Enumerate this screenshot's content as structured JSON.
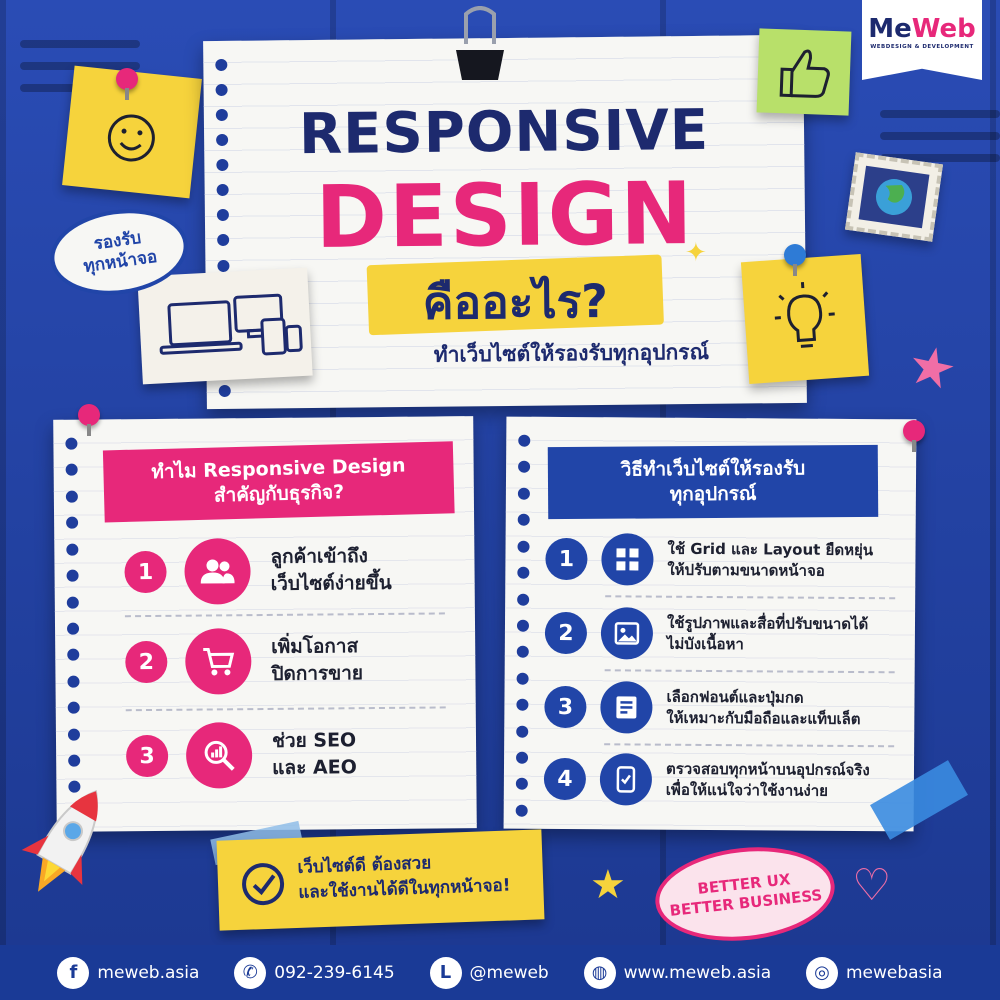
{
  "brand": {
    "logo_me": "Me",
    "logo_web": "Web",
    "logo_sub": "WEBDESIGN & DEVELOPMENT"
  },
  "hero": {
    "title_line1": "RESPONSIVE",
    "title_line2": "DESIGN",
    "title_line3": "คืออะไร?",
    "subtitle": "ทำเว็บไซต์ให้รองรับทุกอุปกรณ์"
  },
  "badge": {
    "line1": "รองรับ",
    "line2": "ทุกหน้าจอ"
  },
  "why": {
    "heading_line1": "ทำไม Responsive Design",
    "heading_line2": "สำคัญกับธุรกิจ?",
    "items": [
      {
        "num": "1",
        "line1": "ลูกค้าเข้าถึง",
        "line2": "เว็บไซต์ง่ายขึ้น",
        "icon": "users-icon"
      },
      {
        "num": "2",
        "line1": "เพิ่มโอกาส",
        "line2": "ปิดการขาย",
        "icon": "cart-icon"
      },
      {
        "num": "3",
        "line1": "ช่วย SEO",
        "line2": "และ AEO",
        "icon": "search-chart-icon"
      }
    ]
  },
  "how": {
    "heading_line1": "วิธีทำเว็บไซต์ให้รองรับ",
    "heading_line2": "ทุกอุปกรณ์",
    "items": [
      {
        "num": "1",
        "line1": "ใช้ Grid และ Layout ยืดหยุ่น",
        "line2": "ให้ปรับตามขนาดหน้าจอ",
        "icon": "grid-icon"
      },
      {
        "num": "2",
        "line1": "ใช้รูปภาพและสื่อที่ปรับขนาดได้",
        "line2": "ไม่บังเนื้อหา",
        "icon": "image-icon"
      },
      {
        "num": "3",
        "line1": "เลือกฟอนต์และปุ่มกด",
        "line2": "ให้เหมาะกับมือถือและแท็บเล็ต",
        "icon": "text-icon"
      },
      {
        "num": "4",
        "line1": "ตรวจสอบทุกหน้าบนอุปกรณ์จริง",
        "line2": "เพื่อให้แน่ใจว่าใช้งานง่าย",
        "icon": "phone-check-icon"
      }
    ]
  },
  "note": {
    "line1": "เว็บไซต์ดี ต้องสวย",
    "line2": "และใช้งานได้ดีในทุกหน้าจอ!"
  },
  "better": {
    "line1": "BETTER UX",
    "line2": "BETTER BUSINESS"
  },
  "footer": [
    {
      "icon": "facebook-icon",
      "glyph": "f",
      "text": "meweb.asia"
    },
    {
      "icon": "phone-icon",
      "glyph": "✆",
      "text": "092-239-6145"
    },
    {
      "icon": "line-icon",
      "glyph": "L",
      "text": "@meweb"
    },
    {
      "icon": "globe-icon",
      "glyph": "◍",
      "text": "www.meweb.asia"
    },
    {
      "icon": "instagram-icon",
      "glyph": "◎",
      "text": "mewebasia"
    }
  ],
  "colors": {
    "pink": "#e7287a",
    "navy": "#1d2a6e",
    "blue": "#2145a8",
    "yellow": "#f6d33c",
    "background": "#1f3d9c"
  }
}
